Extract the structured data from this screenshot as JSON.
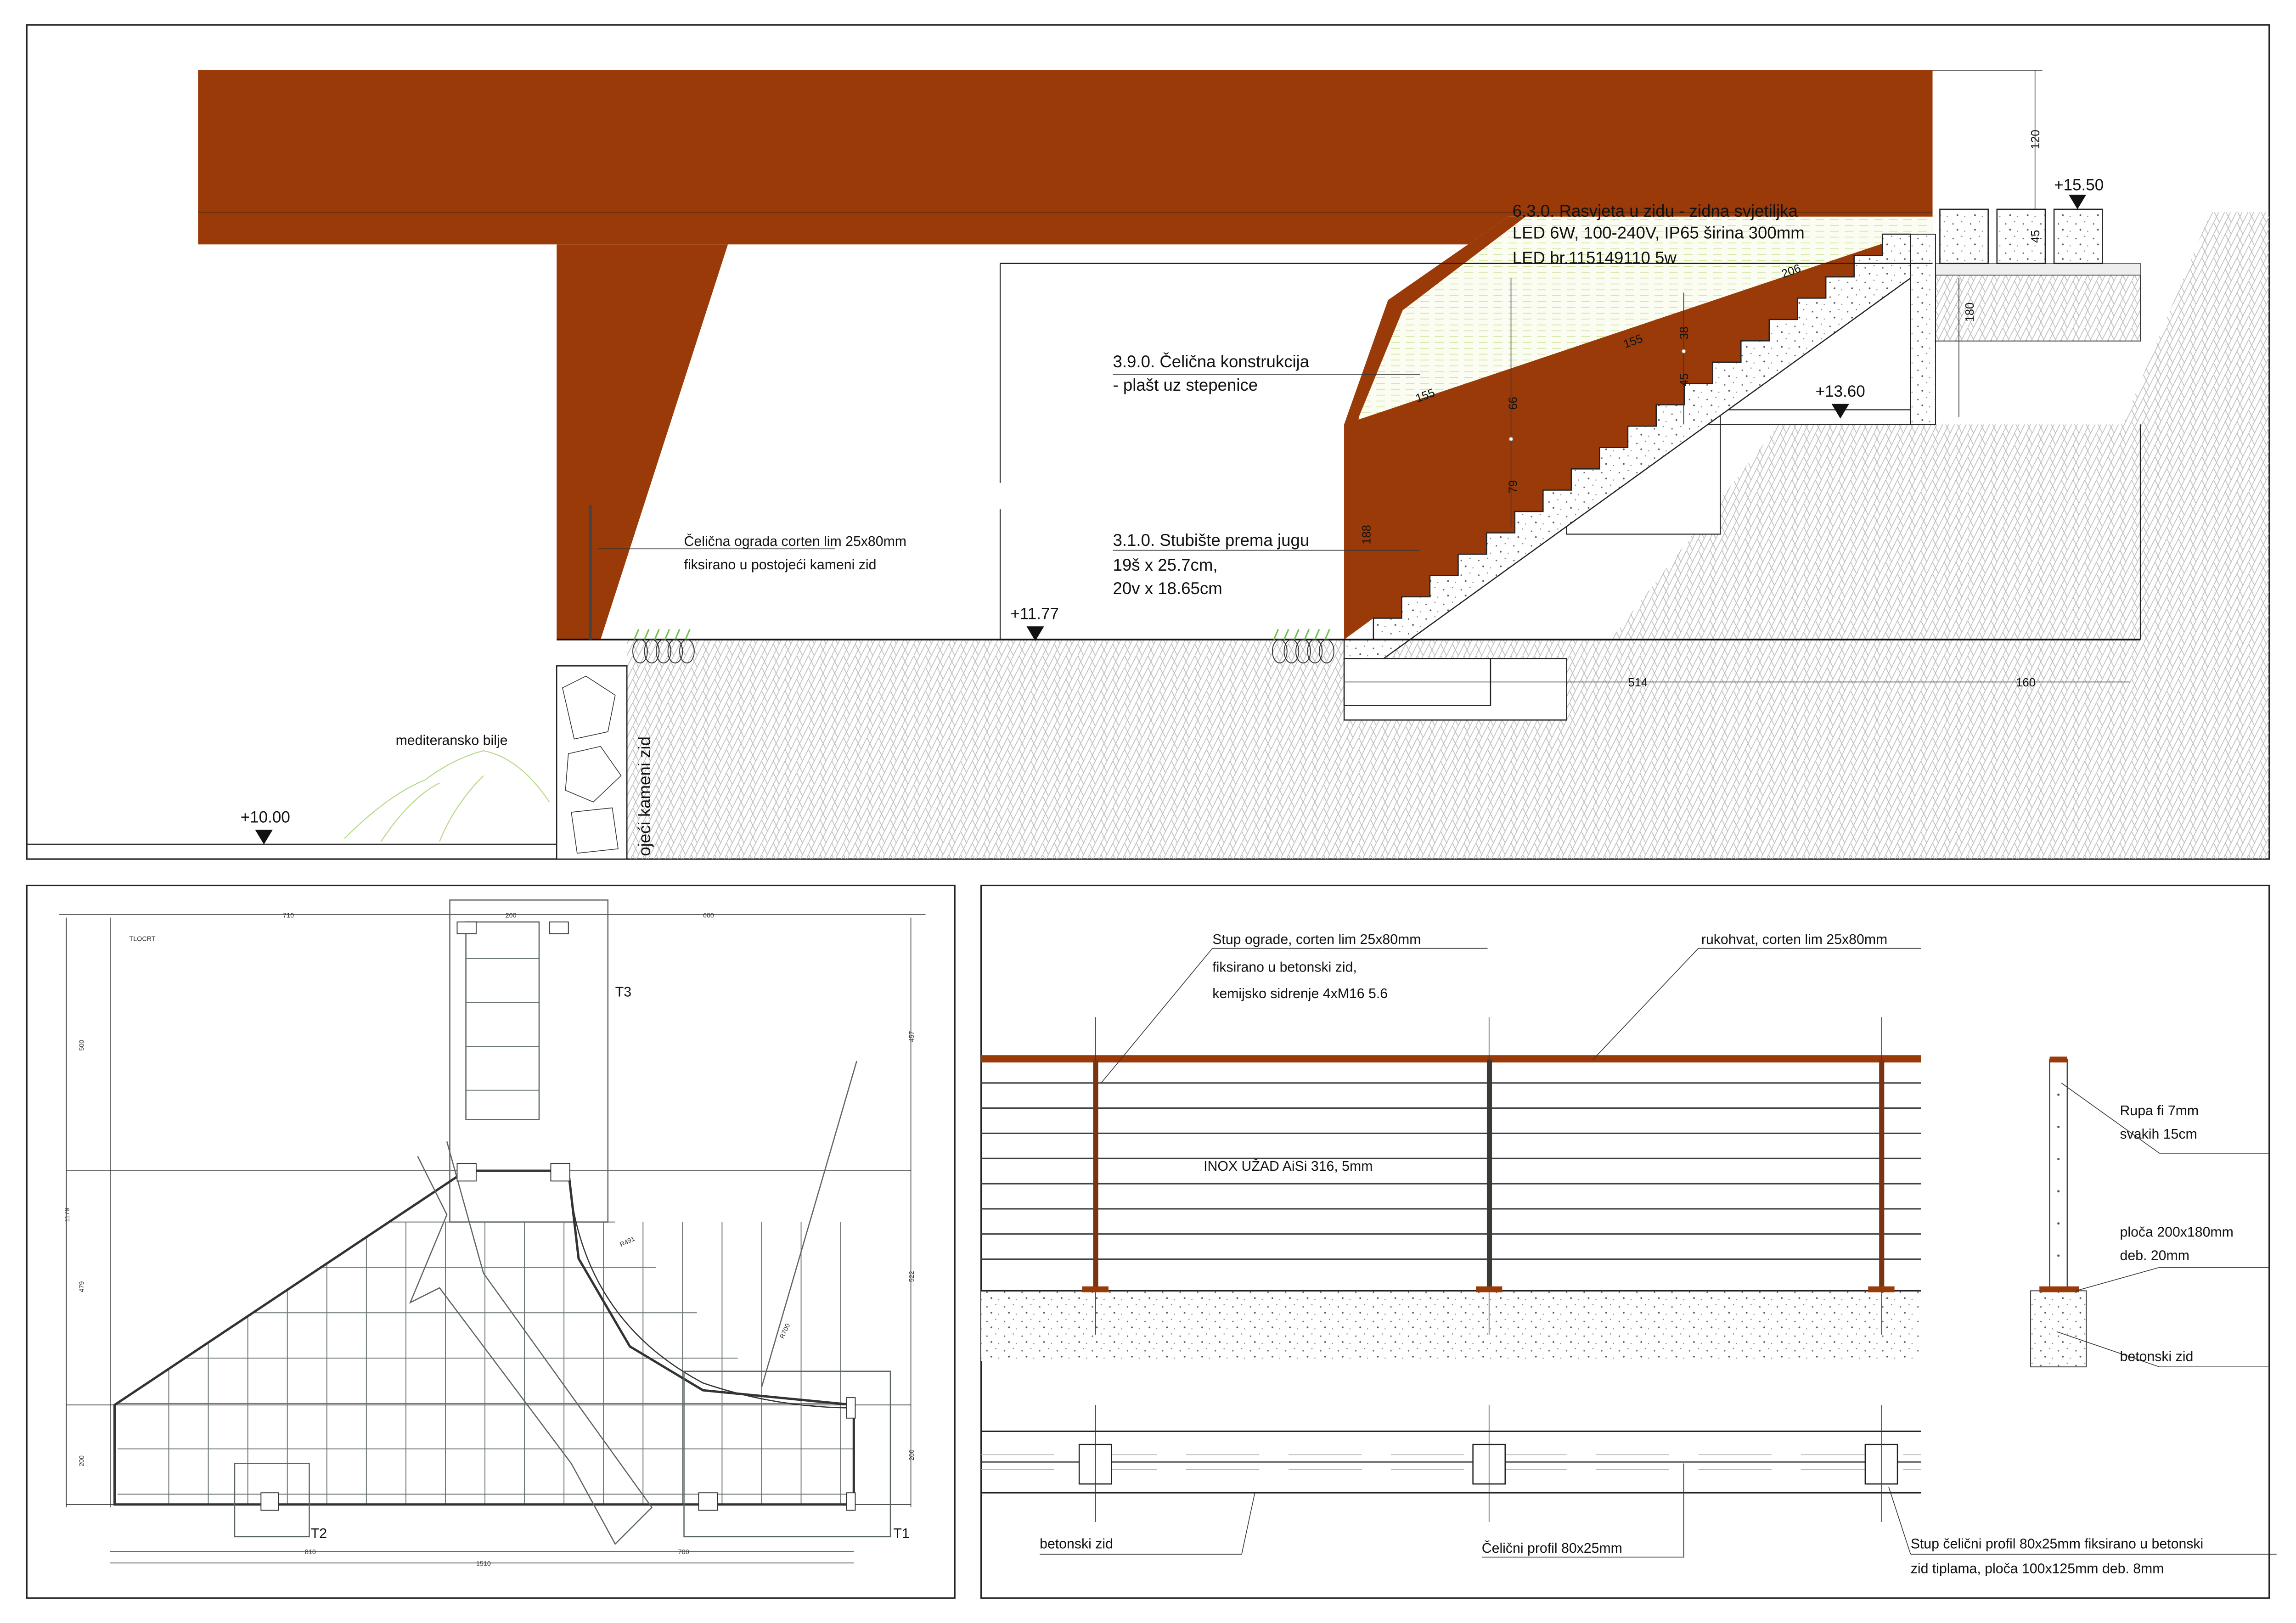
{
  "section": {
    "lighting_label": [
      "6.3.0. Rasvjeta u zidu - zidna svjetiljka",
      "LED 6W, 100-240V, IP65 širina 300mm",
      "LED br.115149110 5w"
    ],
    "steel_structure_label": [
      "3.9.0. Čelična konstrukcija",
      "- plašt uz stepenice"
    ],
    "fence_label": [
      "Čelična ograda corten lim 25x80mm",
      "fiksirano u postojeći kameni zid"
    ],
    "stairs_label": [
      "3.1.0. Stubište prema jugu",
      "19š x 25.7cm,",
      "20v x 18.65cm"
    ],
    "plants_label": "mediteransko bilje",
    "stone_wall_label": "ojeći kameni zid",
    "levels": [
      "+15.50",
      "+13.60",
      "+11.77",
      "+10.00"
    ],
    "dimensions": {
      "d120": "120",
      "d45": "45",
      "d180": "180",
      "d206": "206",
      "d155a": "155",
      "d155b": "155",
      "d38": "38",
      "d45b": "45",
      "d66": "66",
      "d79": "79",
      "d188": "188",
      "d514": "514",
      "d160": "160"
    }
  },
  "plan": {
    "title": "TLOCRT",
    "zones": [
      "T1",
      "T2",
      "T3"
    ],
    "radii": [
      "R491",
      "R700"
    ],
    "dims_top": [
      "710",
      "200",
      "600"
    ],
    "dims_left": [
      "500",
      "1179",
      "479",
      "200"
    ],
    "dims_right": [
      "457",
      "522",
      "200"
    ],
    "dims_bottom": [
      "810",
      "700",
      "1510"
    ]
  },
  "railing": {
    "post_label": [
      "Stup ograde,  corten lim 25x80mm",
      "fiksirano u betonski zid,",
      "kemijsko sidrenje 4xM16 5.6"
    ],
    "handrail_label": "rukohvat, corten lim 25x80mm",
    "cable_label": "INOX UŽAD AiSi 316, 5mm",
    "hole_label": [
      "Rupa fi 7mm",
      "svakih 15cm"
    ],
    "plate_label": [
      "ploča 200x180mm",
      "deb. 20mm"
    ],
    "wall_label_side": "betonski zid",
    "wall_label_plan": "betonski zid",
    "profile_label": "Čelični profil 80x25mm",
    "post_plan_label": [
      "Stup čelični profil 80x25mm fiksirano u betonski",
      "zid tiplama, ploča 100x125mm deb. 8mm"
    ],
    "cable_count": 8,
    "colors": {
      "corten": "#9a3a08",
      "cable": "#3c4340"
    }
  }
}
